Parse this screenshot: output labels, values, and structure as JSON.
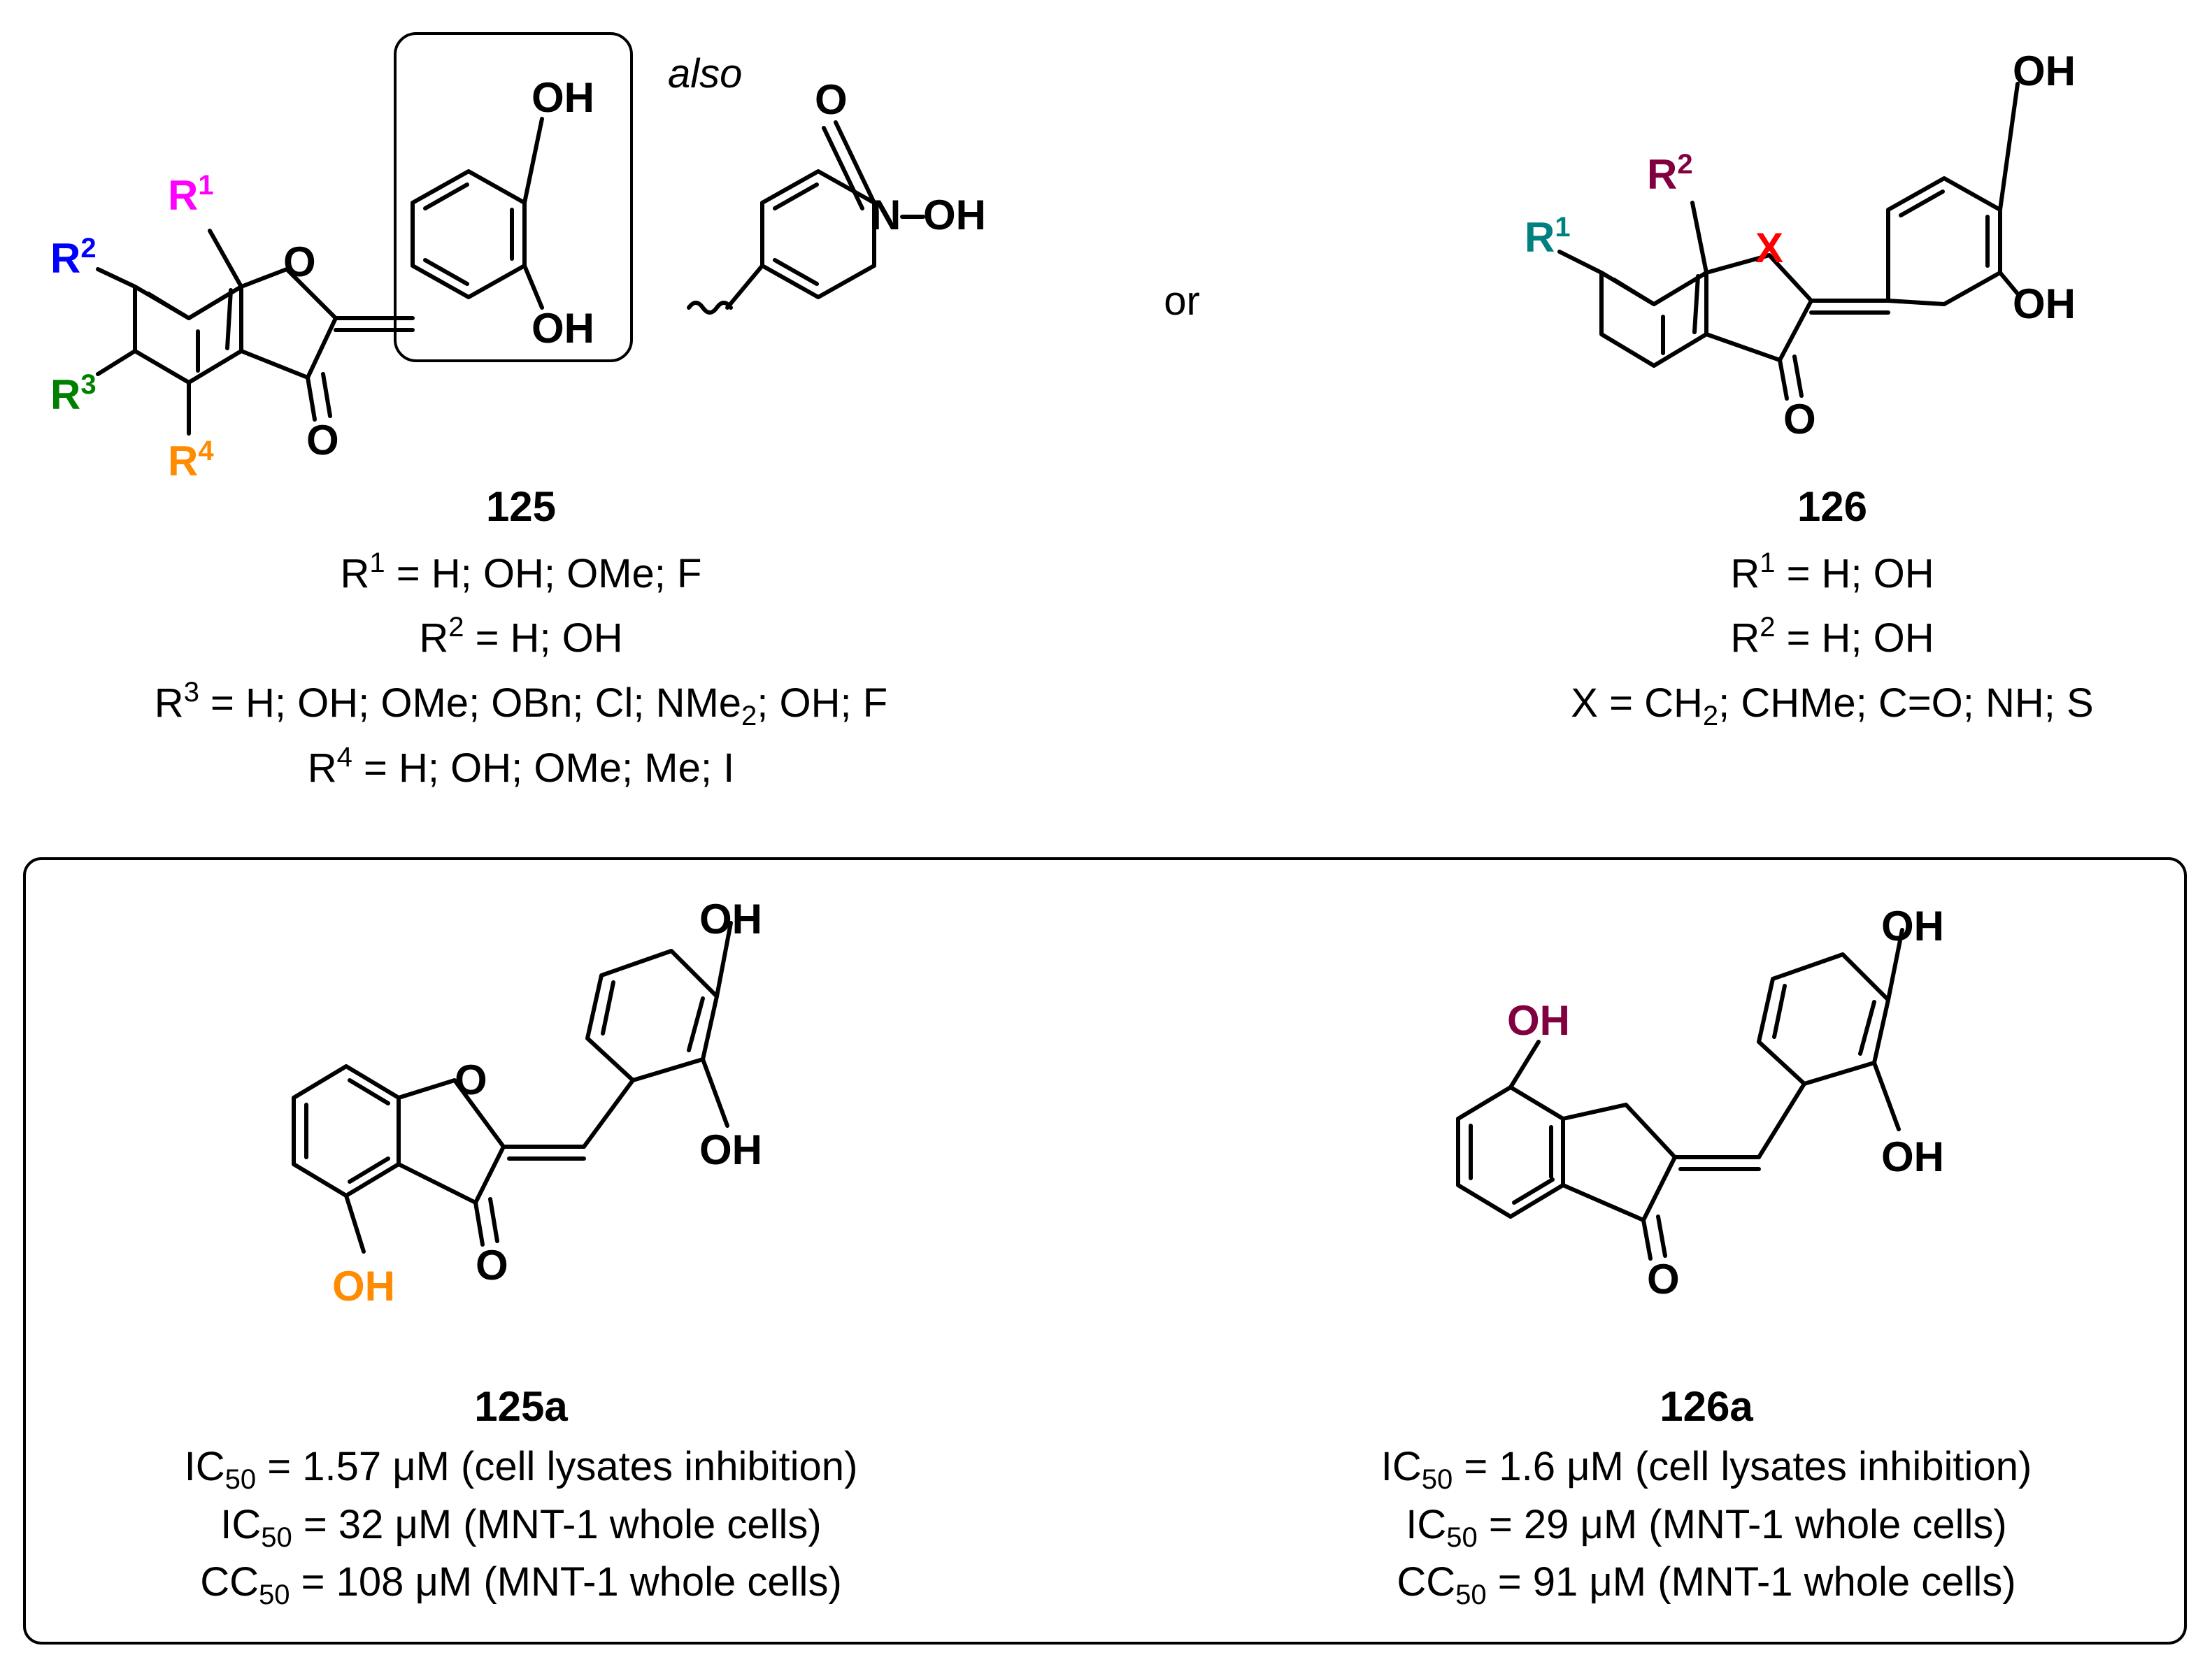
{
  "colors": {
    "r1_125": "#ff00ff",
    "r2_125": "#0000ff",
    "r3_125": "#008000",
    "r4_125": "#ff8c00",
    "r1_126": "#008080",
    "r2_126": "#800040",
    "x_126": "#ff0000",
    "oh_125a": "#ff8c00",
    "oh_126a": "#800040"
  },
  "c125": {
    "label": "125",
    "also": "also",
    "oh_top": "OH",
    "oh_bottom": "OH",
    "ring_o": "O",
    "carbonyl_o": "O",
    "pyridone_o": "O",
    "pyridone_n": "N",
    "pyridone_oh": "OH",
    "r1": "R",
    "r1_n": "1",
    "r2": "R",
    "r2_n": "2",
    "r3": "R",
    "r3_n": "3",
    "r4": "R",
    "r4_n": "4",
    "line1_a": "R",
    "line1_sup": "1",
    "line1_b": " = H; OH; OMe; F",
    "line2_a": "R",
    "line2_sup": "2",
    "line2_b": " = H; OH",
    "line3_a": "R",
    "line3_sup": "3",
    "line3_b": " = H; OH; OMe; OBn; Cl; NMe",
    "line3_sub": "2",
    "line3_c": "; OH; F",
    "line4_a": "R",
    "line4_sup": "4",
    "line4_b": " = H; OH; OMe; Me; I"
  },
  "or_text": "or",
  "c126": {
    "label": "126",
    "oh_top": "OH",
    "oh_bottom": "OH",
    "x": "X",
    "carbonyl_o": "O",
    "r1": "R",
    "r1_n": "1",
    "r2": "R",
    "r2_n": "2",
    "line1_a": "R",
    "line1_sup": "1",
    "line1_b": " = H; OH",
    "line2_a": "R",
    "line2_sup": "2",
    "line2_b": " = H; OH",
    "line3_a": "X = CH",
    "line3_sub": "2",
    "line3_b": "; CHMe; C=O; NH; S"
  },
  "c125a": {
    "label": "125a",
    "oh_top": "OH",
    "oh_bottom": "OH",
    "oh_colored": "OH",
    "ring_o": "O",
    "carbonyl_o": "O",
    "l1_a": "IC",
    "l1_sub": "50",
    "l1_b": " = 1.57 μM (cell lysates inhibition)",
    "l2_a": "IC",
    "l2_sub": "50",
    "l2_b": " = 32 μM (MNT-1 whole cells)",
    "l3_a": "CC",
    "l3_sub": "50",
    "l3_b": " = 108 μM (MNT-1 whole cells)"
  },
  "c126a": {
    "label": "126a",
    "oh_top": "OH",
    "oh_bottom": "OH",
    "oh_colored": "OH",
    "carbonyl_o": "O",
    "l1_a": "IC",
    "l1_sub": "50",
    "l1_b": " = 1.6 μM (cell lysates inhibition)",
    "l2_a": "IC",
    "l2_sub": "50",
    "l2_b": " = 29 μM (MNT-1 whole cells)",
    "l3_a": "CC",
    "l3_sub": "50",
    "l3_b": " = 91 μM (MNT-1 whole cells)"
  }
}
